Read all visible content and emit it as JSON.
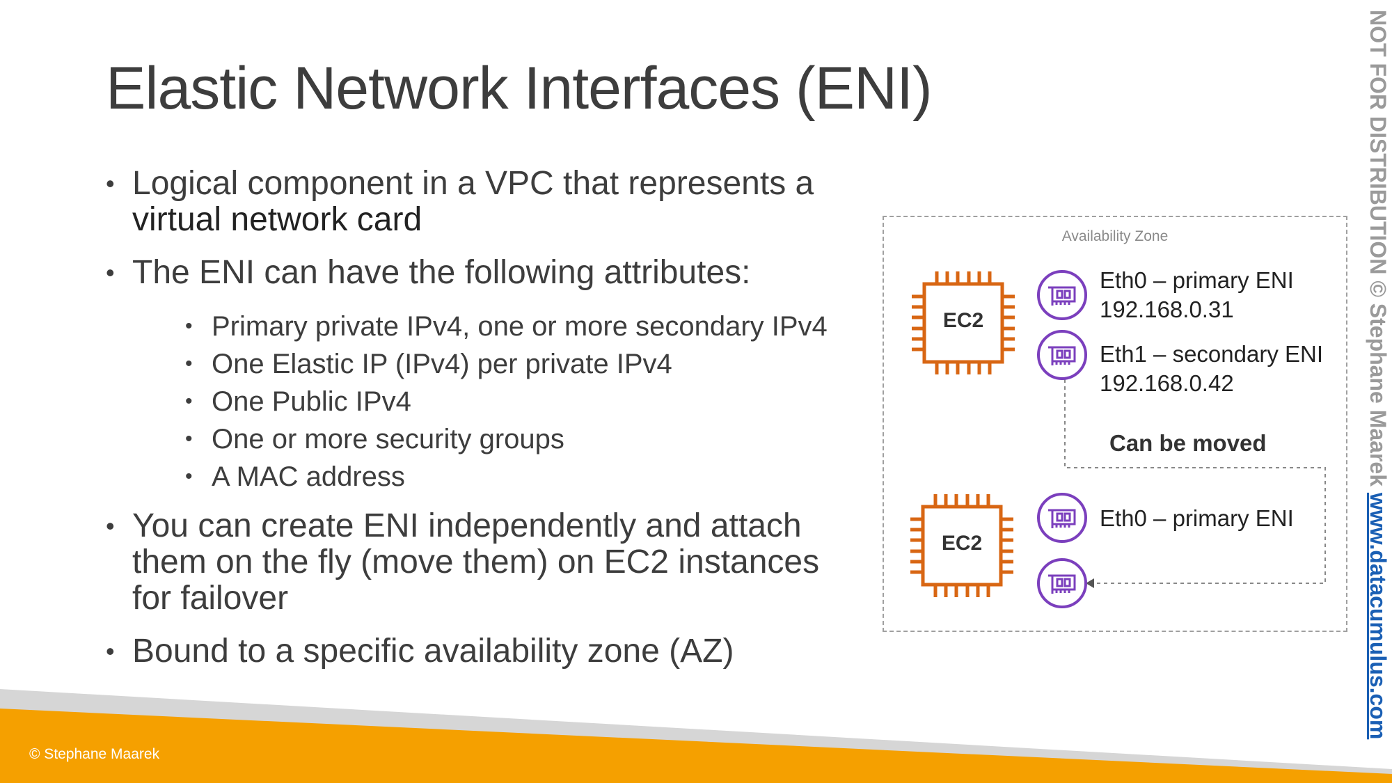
{
  "slide": {
    "title": "Elastic Network Interfaces (ENI)",
    "bullets": {
      "b1_text": "Logical component in a VPC that represents a ",
      "b1_bold": "virtual network card",
      "b2_text": "The ENI can have the following attributes:",
      "sub_items": [
        "Primary private IPv4, one or more secondary IPv4",
        "One Elastic IP (IPv4) per private IPv4",
        "One Public IPv4",
        "One or more security groups",
        "A MAC address"
      ],
      "b3_text": "You can create ENI independently and attach them on the fly (move them) on EC2 instances for failover",
      "b4_text": "Bound to a specific availability zone (AZ)"
    }
  },
  "diagram": {
    "az_label": "Availability Zone",
    "ec2_top_label": "EC2",
    "ec2_bottom_label": "EC2",
    "eni_1_name": "Eth0 – primary ENI",
    "eni_1_ip": "192.168.0.31",
    "eni_2_name": "Eth1 – secondary ENI",
    "eni_2_ip": "192.168.0.42",
    "eni_3_name": "Eth0 – primary ENI",
    "moved_label": "Can be moved",
    "chip_color": "#d86613",
    "eni_icon_color": "#7b3fbd"
  },
  "footer": {
    "copyright": "© Stephane Maarek",
    "side_gray": "NOT FOR DISTRIBUTION © Stephane Maarek ",
    "side_link": "www.datacumulus.com",
    "accent_color": "#f5a000"
  }
}
